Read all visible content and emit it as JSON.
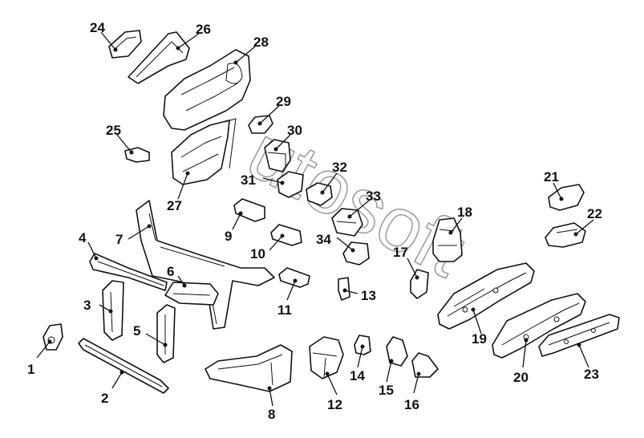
{
  "diagram": {
    "watermark_text": "utosoft",
    "callouts": [
      {
        "id": "1",
        "label": "1"
      },
      {
        "id": "2",
        "label": "2"
      },
      {
        "id": "3",
        "label": "3"
      },
      {
        "id": "4",
        "label": "4"
      },
      {
        "id": "5",
        "label": "5"
      },
      {
        "id": "6",
        "label": "6"
      },
      {
        "id": "7",
        "label": "7"
      },
      {
        "id": "8",
        "label": "8"
      },
      {
        "id": "9",
        "label": "9"
      },
      {
        "id": "10",
        "label": "10"
      },
      {
        "id": "11",
        "label": "11"
      },
      {
        "id": "12",
        "label": "12"
      },
      {
        "id": "13",
        "label": "13"
      },
      {
        "id": "14",
        "label": "14"
      },
      {
        "id": "15",
        "label": "15"
      },
      {
        "id": "16",
        "label": "16"
      },
      {
        "id": "17",
        "label": "17"
      },
      {
        "id": "18",
        "label": "18"
      },
      {
        "id": "19",
        "label": "19"
      },
      {
        "id": "20",
        "label": "20"
      },
      {
        "id": "21",
        "label": "21"
      },
      {
        "id": "22",
        "label": "22"
      },
      {
        "id": "23",
        "label": "23"
      },
      {
        "id": "24",
        "label": "24"
      },
      {
        "id": "25",
        "label": "25"
      },
      {
        "id": "26",
        "label": "26"
      },
      {
        "id": "27",
        "label": "27"
      },
      {
        "id": "28",
        "label": "28"
      },
      {
        "id": "29",
        "label": "29"
      },
      {
        "id": "30",
        "label": "30"
      },
      {
        "id": "31",
        "label": "31"
      },
      {
        "id": "32",
        "label": "32"
      },
      {
        "id": "33",
        "label": "33"
      },
      {
        "id": "34",
        "label": "34"
      }
    ]
  }
}
